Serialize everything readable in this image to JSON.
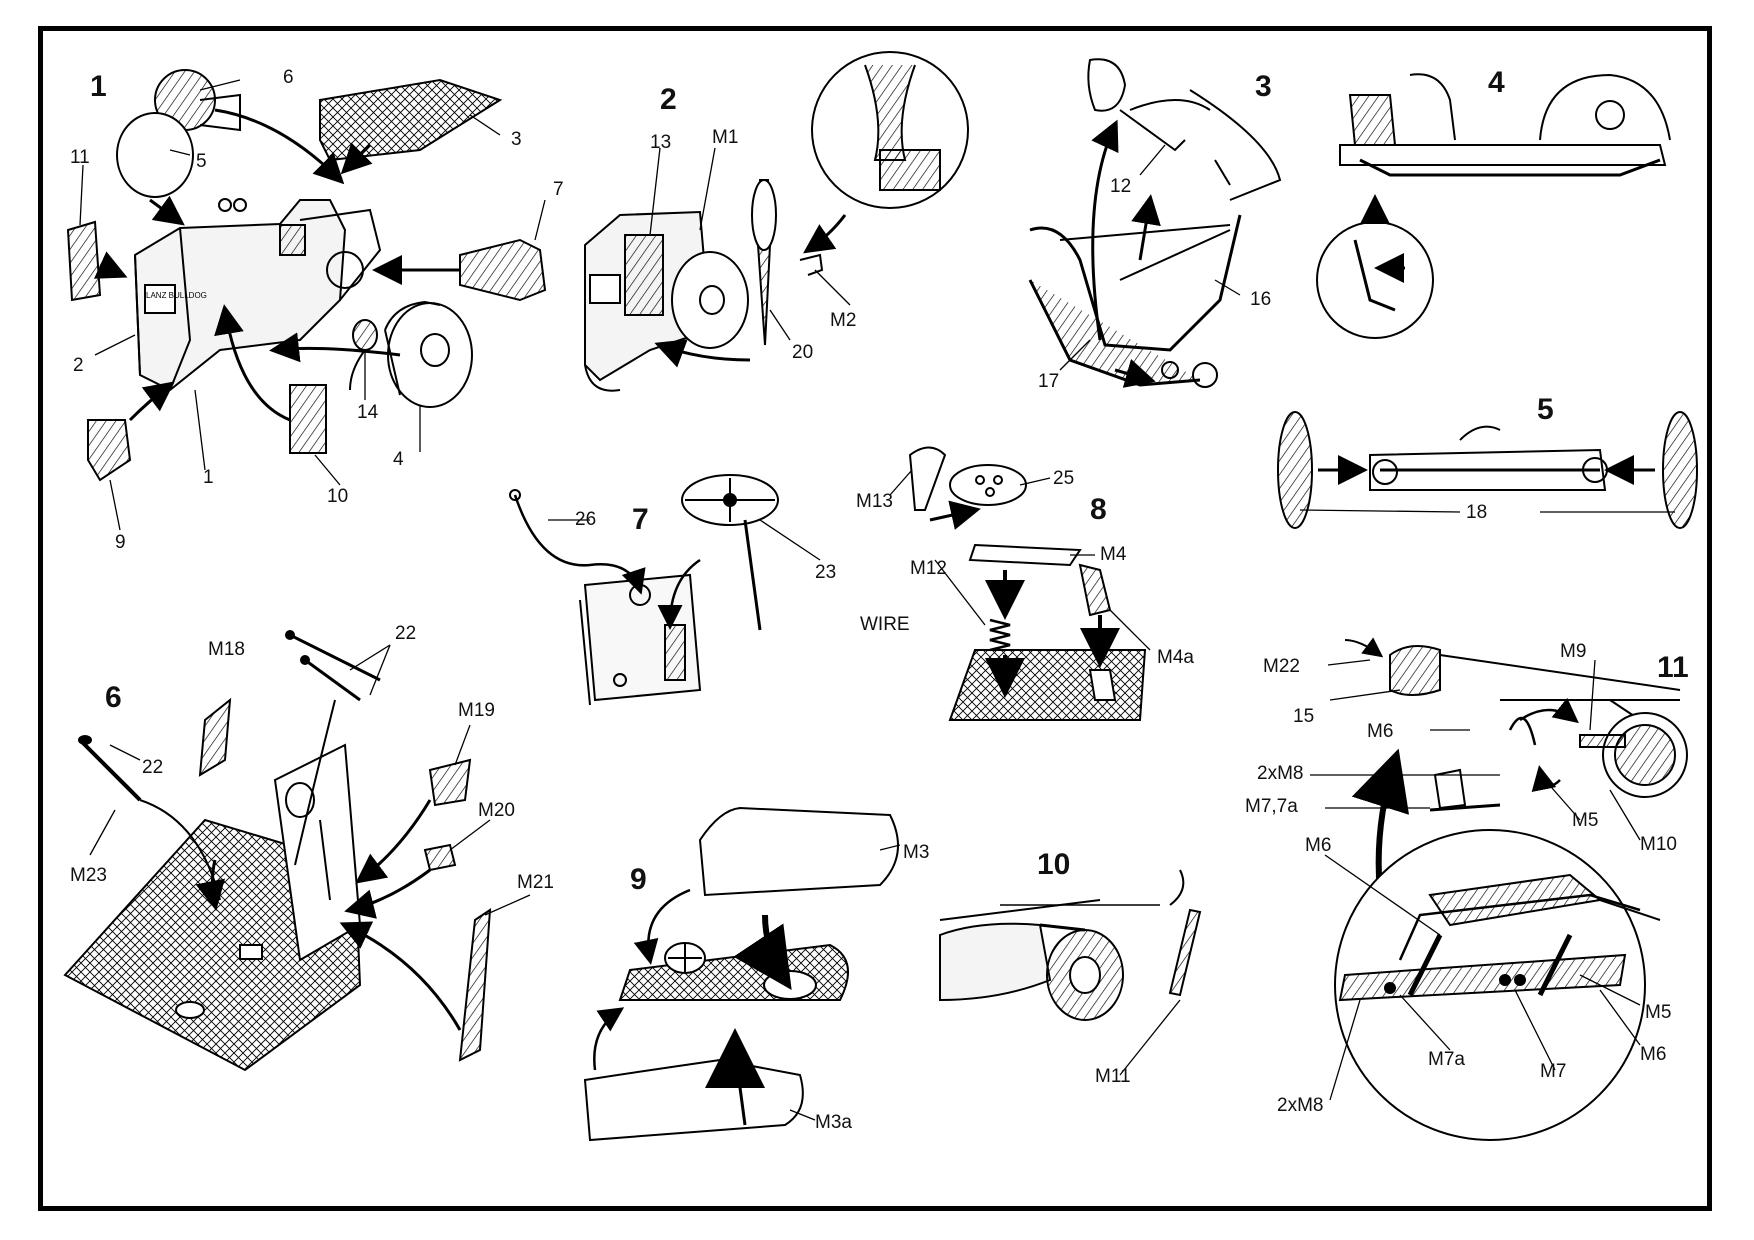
{
  "steps": {
    "s1": "1",
    "s2": "2",
    "s3": "3",
    "s4": "4",
    "s5": "5",
    "s6": "6",
    "s7": "7",
    "s8": "8",
    "s9": "9",
    "s10": "10",
    "s11": "11"
  },
  "parts": {
    "p1": "1",
    "p2": "2",
    "p3": "3",
    "p4": "4",
    "p5": "5",
    "p6": "6",
    "p7": "7",
    "p9": "9",
    "p10": "10",
    "p11": "11",
    "p14": "14",
    "p13": "13",
    "m1": "M1",
    "m2": "M2",
    "p20": "20",
    "p12": "12",
    "p16": "16",
    "p17": "17",
    "p18": "18",
    "p26": "26",
    "p23": "23",
    "m13": "M13",
    "p25": "25",
    "m12": "M12",
    "m4": "M4",
    "wire": "WIRE",
    "m4a": "M4a",
    "m18": "M18",
    "p22a": "22",
    "p22b": "22",
    "m19": "M19",
    "m20": "M20",
    "m21": "M21",
    "m23": "M23",
    "m3": "M3",
    "m3a": "M3a",
    "m11": "M11",
    "m22": "M22",
    "p15": "15",
    "m9": "M9",
    "m6a": "M6",
    "m8a": "2xM8",
    "m7a7": "M7,7a",
    "m5a": "M5",
    "m10": "M10",
    "m6b": "M6",
    "m5b": "M5",
    "m7a": "M7a",
    "m7": "M7",
    "m6c": "M6",
    "m8b": "2xM8"
  },
  "plate": {
    "lettering": "LANZ BULLDOG"
  }
}
